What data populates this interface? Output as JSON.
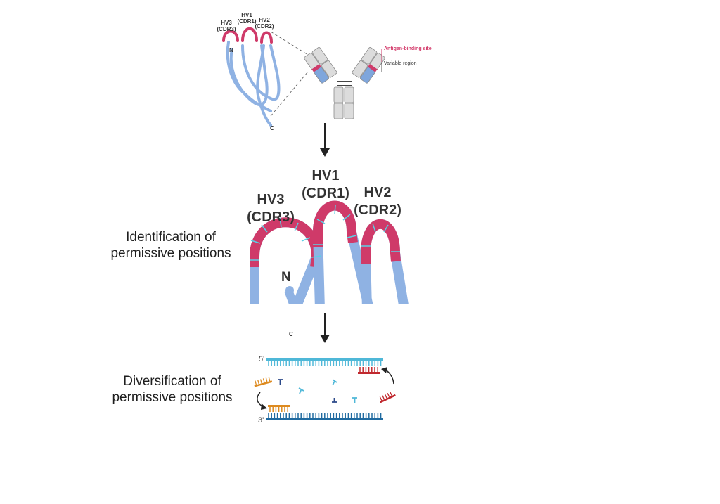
{
  "colors": {
    "cdr": "#cf3a69",
    "framework": "#8fb2e3",
    "antibody_gray": "#dcdcdc",
    "variable_blue": "#7fa6dc",
    "dna_top": "#4fb8d8",
    "dna_bottom": "#1f6aa0",
    "primer_red": "#c0282e",
    "primer_orange": "#dd8a1f",
    "arrow": "#222222"
  },
  "small_loop": {
    "hv3": "HV3",
    "cdr3": "(CDR3)",
    "hv1": "HV1",
    "cdr1": "(CDR1)",
    "hv2": "HV2",
    "cdr2": "(CDR2)",
    "n_label": "N",
    "c_label": "C"
  },
  "antibody": {
    "antigen_binding_site": "Antigen-binding site",
    "variable_region": "Variable region"
  },
  "zoom_loop": {
    "hv3": "HV3",
    "cdr3": "(CDR3)",
    "hv1": "HV1",
    "cdr1": "(CDR1)",
    "hv2": "HV2",
    "cdr2": "(CDR2)",
    "n_label": "N",
    "c_label": "C"
  },
  "steps": {
    "identification": "Identification of permissive positions",
    "diversification": "Diversification of permissive positions"
  },
  "dna": {
    "five_prime": "5'",
    "three_prime": "3'"
  }
}
